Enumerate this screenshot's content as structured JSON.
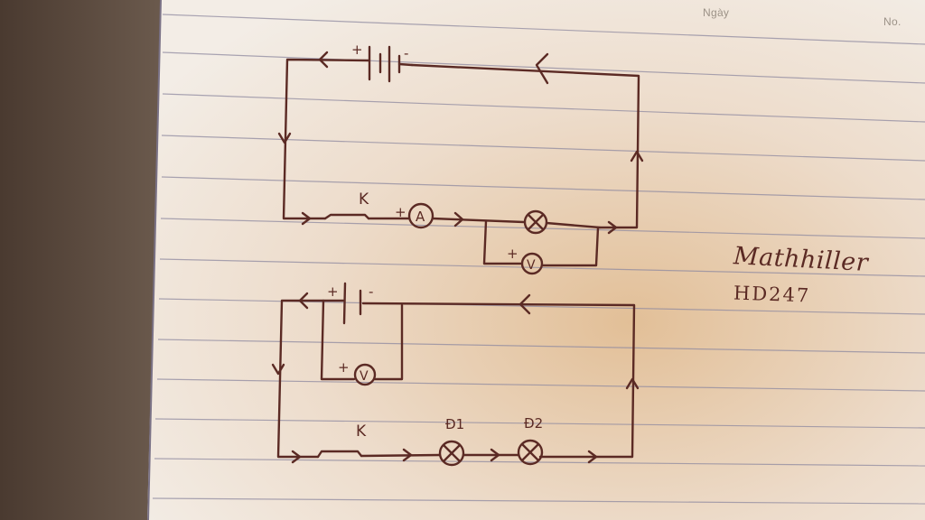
{
  "paper": {
    "header_date_label": "Ngày",
    "header_number_label": "No."
  },
  "circuit_top": {
    "battery_plus": "+",
    "battery_minus": "-",
    "switch_label": "K",
    "ammeter_plus": "+",
    "ammeter_symbol": "A",
    "voltmeter_plus": "+",
    "voltmeter_symbol": "V"
  },
  "circuit_bottom": {
    "battery_plus": "+",
    "battery_minus": "-",
    "voltmeter_plus": "+",
    "voltmeter_symbol": "V",
    "switch_label": "K",
    "lamp1_label": "Đ1",
    "lamp2_label": "Đ2"
  },
  "signature": {
    "name": "Mathhiller",
    "code": "HD247"
  },
  "colors": {
    "ink": "#5b2a24",
    "rule_line": "#8f8aa0",
    "margin_line": "#7a7286",
    "paper_light": "#f3ede5",
    "paper_warm": "#e6c6a0",
    "background_dark": "#3b2e27"
  }
}
